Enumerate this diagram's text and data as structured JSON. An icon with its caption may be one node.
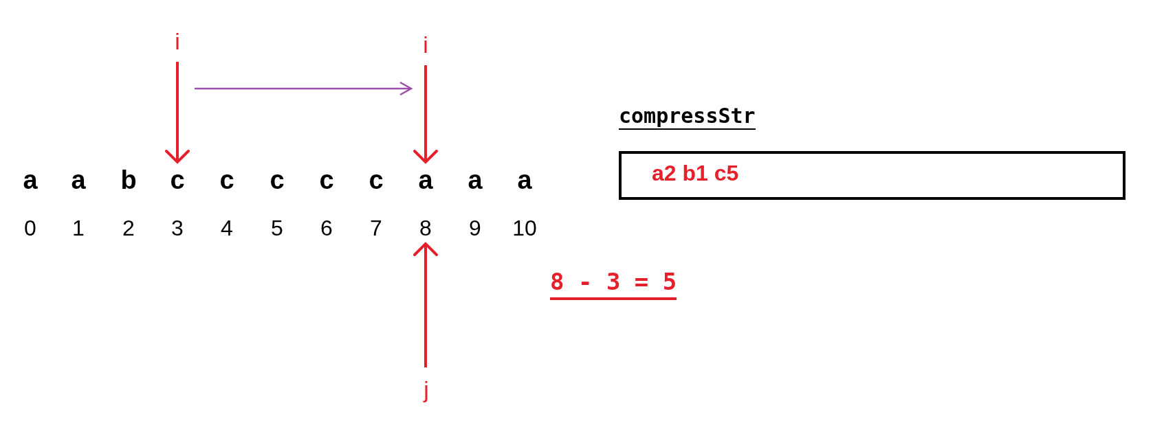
{
  "diagram": {
    "nodes": [
      {
        "text": [
          "i"
        ]
      },
      {
        "text": [
          "i"
        ]
      },
      {
        "text": [
          "j"
        ]
      },
      {
        "text": [
          "a"
        ]
      },
      {
        "text": [
          "a"
        ]
      },
      {
        "text": [
          "b"
        ]
      },
      {
        "text": [
          "c"
        ]
      },
      {
        "text": [
          "c"
        ]
      },
      {
        "text": [
          "c"
        ]
      },
      {
        "text": [
          "c"
        ]
      },
      {
        "text": [
          "c"
        ]
      },
      {
        "text": [
          "a"
        ]
      },
      {
        "text": [
          "a"
        ]
      },
      {
        "text": [
          "a"
        ]
      },
      {
        "text": [
          "0"
        ]
      },
      {
        "text": [
          "1"
        ]
      },
      {
        "text": [
          "2"
        ]
      },
      {
        "text": [
          "3"
        ]
      },
      {
        "text": [
          "4"
        ]
      },
      {
        "text": [
          "5"
        ]
      },
      {
        "text": [
          "6"
        ]
      },
      {
        "text": [
          "7"
        ]
      },
      {
        "text": [
          "8"
        ]
      },
      {
        "text": [
          "9"
        ]
      },
      {
        "text": [
          "10"
        ]
      },
      {
        "text": [
          "a2 b1 c5"
        ]
      }
    ],
    "edges": [
      {
        "from": 0,
        "to": 6,
        "arrow": "to"
      },
      {
        "from": 1,
        "to": 11,
        "arrow": "to"
      },
      {
        "from": 2,
        "to": 22,
        "arrow": "to"
      }
    ],
    "labels": [
      "compressStr",
      "8 - 3 = 5"
    ]
  }
}
